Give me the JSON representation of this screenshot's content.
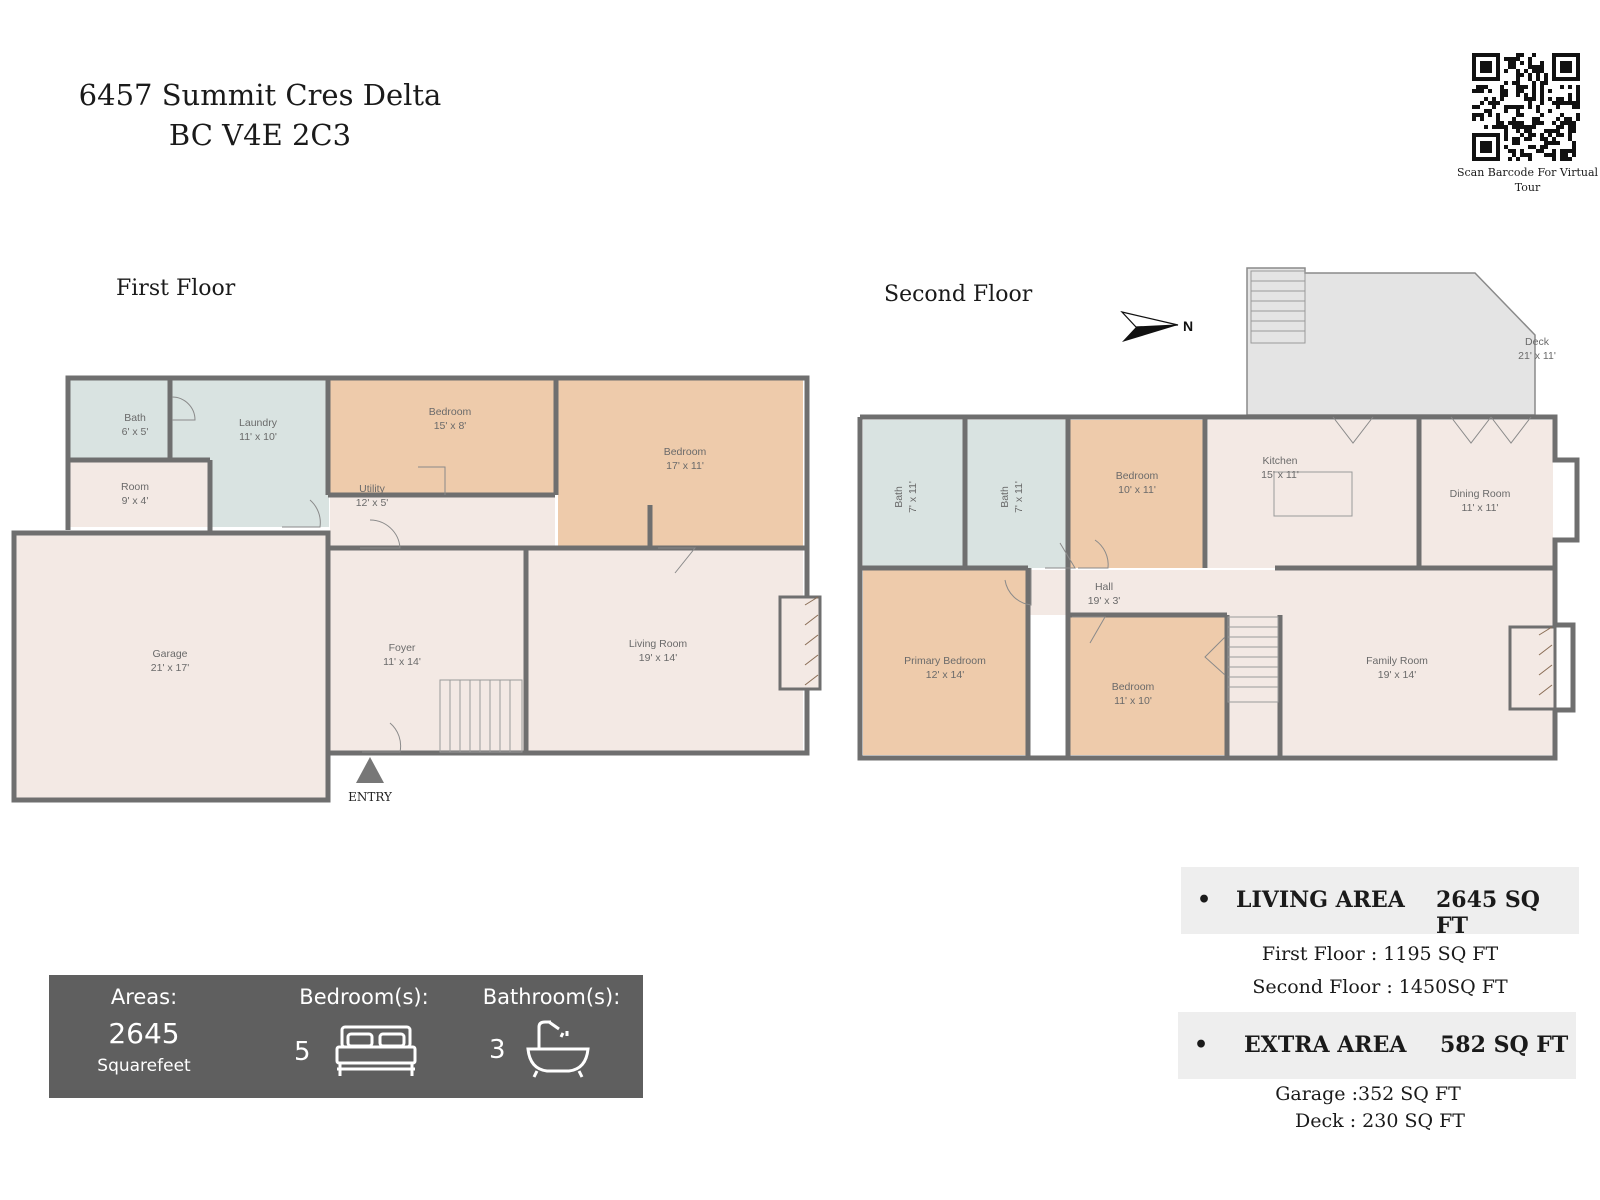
{
  "address": {
    "line1": "6457 Summit Cres Delta",
    "line2": "BC V4E 2C3"
  },
  "qr": {
    "caption": "Scan Barcode For Virtual Tour"
  },
  "compass": {
    "label": "N"
  },
  "first_floor": {
    "title": "First Floor",
    "entry_label": "ENTRY",
    "rooms": [
      {
        "name": "Bath",
        "size": "6' x 5'"
      },
      {
        "name": "Laundry",
        "size": "11' x 10'"
      },
      {
        "name": "Bedroom",
        "size": "15' x 8'"
      },
      {
        "name": "Bedroom",
        "size": "17' x 11'"
      },
      {
        "name": "Room",
        "size": "9' x 4'"
      },
      {
        "name": "Utility",
        "size": "12' x 5'"
      },
      {
        "name": "Garage",
        "size": "21' x 17'"
      },
      {
        "name": "Foyer",
        "size": "11' x 14'"
      },
      {
        "name": "Living Room",
        "size": "19' x 14'"
      }
    ]
  },
  "second_floor": {
    "title": "Second Floor",
    "rooms": [
      {
        "name": "Deck",
        "size": "21' x 11'"
      },
      {
        "name": "Bath",
        "size": "7' x 11'"
      },
      {
        "name": "Bath",
        "size": "7' x 11'"
      },
      {
        "name": "Bedroom",
        "size": "10' x 11'"
      },
      {
        "name": "Kitchen",
        "size": "15' x 11'"
      },
      {
        "name": "Dining Room",
        "size": "11' x 11'"
      },
      {
        "name": "Hall",
        "size": "19' x 3'"
      },
      {
        "name": "Primary Bedroom",
        "size": "12' x 14'"
      },
      {
        "name": "Bedroom",
        "size": "11' x 10'"
      },
      {
        "name": "Family Room",
        "size": "19' x 14'"
      }
    ]
  },
  "summary": {
    "areas_label": "Areas:",
    "areas_value": "2645",
    "areas_unit": "Squarefeet",
    "bedrooms_label": "Bedroom(s):",
    "bedrooms_value": "5",
    "bathrooms_label": "Bathroom(s):",
    "bathrooms_value": "3"
  },
  "living_area": {
    "label": "LIVING AREA",
    "value": "2645 SQ FT",
    "lines": [
      "First Floor : 1195  SQ FT",
      "Second Floor : 1450SQ FT"
    ]
  },
  "extra_area": {
    "label": "EXTRA AREA",
    "value": "582 SQ FT",
    "lines": [
      "Garage :352 SQ FT",
      "Deck : 230 SQ FT"
    ]
  },
  "colors": {
    "wall": "#6f6f6f",
    "bath": "#d9e3e1",
    "bedroom": "#eecbab",
    "floor": "#f3e9e4",
    "deck": "#e4e4e4",
    "summary_bg": "#5f5f5f"
  },
  "icons": {
    "bed": "bed-icon",
    "bathtub": "bathtub-icon",
    "compass": "compass-arrow-icon",
    "qr": "qr-code-icon"
  }
}
